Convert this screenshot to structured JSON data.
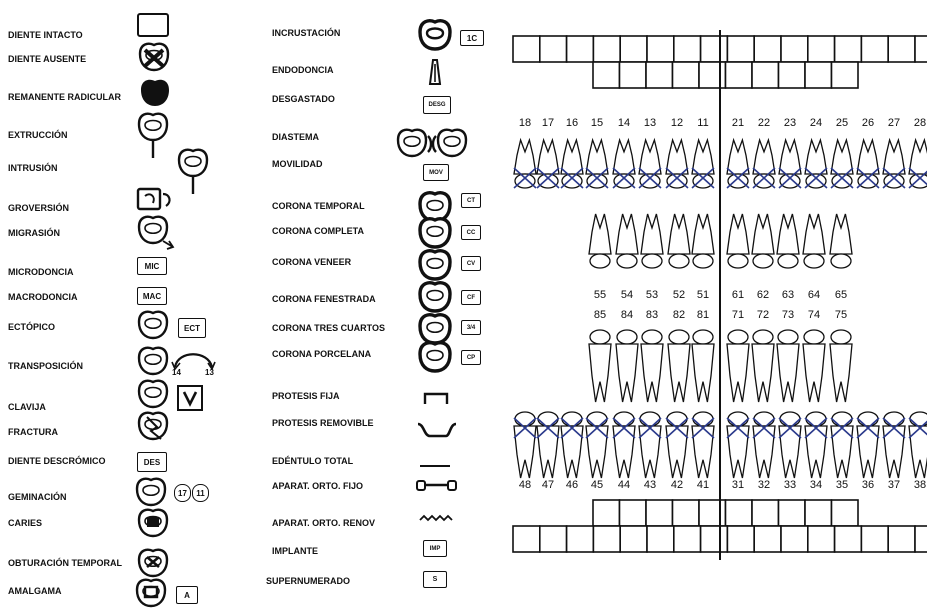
{
  "legend_left": [
    {
      "label": "DIENTE INTACTO",
      "symbol": "blank-box"
    },
    {
      "label": "DIENTE AUSENTE",
      "symbol": "tooth-crossed"
    },
    {
      "label": "REMANENTE RADICULAR",
      "symbol": "tooth-filled"
    },
    {
      "label": "EXTRUCCIÓN",
      "symbol": "tooth-extrusion"
    },
    {
      "label": "INTRUSIÓN",
      "symbol": "tooth-intrusion"
    },
    {
      "label": "GROVERSIÓN",
      "symbol": "tooth-rotation"
    },
    {
      "label": "MIGRASIÓN",
      "symbol": "tooth-migration"
    },
    {
      "label": "MICRODONCIA",
      "symbol": "MIC"
    },
    {
      "label": "MACRODONCIA",
      "symbol": "MAC"
    },
    {
      "label": "ECTÓPICO",
      "symbol": "ECT"
    },
    {
      "label": "TRANSPOSICIÓN",
      "symbol": "tooth-transposition"
    },
    {
      "label": "CLAVIJA",
      "symbol": "tooth-peg"
    },
    {
      "label": "FRACTURA",
      "symbol": "tooth-fracture"
    },
    {
      "label": "DIENTE DESCRÓMICO",
      "symbol": "DES"
    },
    {
      "label": "GEMINACIÓN",
      "symbol": "tooth-gemination"
    },
    {
      "label": "CARIES",
      "symbol": "tooth-caries"
    },
    {
      "label": "OBTURACIÓN TEMPORAL",
      "symbol": "tooth-temporary"
    },
    {
      "label": "AMALGAMA",
      "symbol": "tooth-amalgam"
    }
  ],
  "legend_mid": [
    {
      "label": "INCRUSTACIÓN",
      "symbol": "1C"
    },
    {
      "label": "ENDODONCIA",
      "symbol": "root-canal"
    },
    {
      "label": "DESGASTADO",
      "symbol": "DESG"
    },
    {
      "label": "DIASTEMA",
      "symbol": "diastema"
    },
    {
      "label": "MOVILIDAD",
      "symbol": "MOV"
    },
    {
      "label": "CORONA TEMPORAL",
      "symbol": "CT"
    },
    {
      "label": "CORONA COMPLETA",
      "symbol": "CC"
    },
    {
      "label": "CORONA VENEER",
      "symbol": "CV"
    },
    {
      "label": "CORONA FENESTRADA",
      "symbol": "CF"
    },
    {
      "label": "CORONA TRES CUARTOS",
      "symbol": "3/4"
    },
    {
      "label": "CORONA PORCELANA",
      "symbol": "CP"
    },
    {
      "label": "PROTESIS FIJA",
      "symbol": "fixed-prosthesis"
    },
    {
      "label": "PROTESIS REMOVIBLE",
      "symbol": "removable-prosthesis"
    },
    {
      "label": "EDÉNTULO TOTAL",
      "symbol": "edentulous-line"
    },
    {
      "label": "APARAT. ORTO. FIJO",
      "symbol": "fixed-ortho"
    },
    {
      "label": "APARAT. ORTO. RENOV",
      "symbol": "removable-ortho"
    },
    {
      "label": "IMPLANTE",
      "symbol": "IMP"
    },
    {
      "label": "SUPERNUMERADO",
      "symbol": "S"
    }
  ],
  "symbol_texts": {
    "mic": "MIC",
    "mac": "MAC",
    "ect": "ECT",
    "des": "DES",
    "amalgam": "A",
    "gem_a": "17",
    "gem_b": "11",
    "transp_a": "14",
    "transp_b": "13",
    "incr": "1C",
    "desg": "DESG",
    "mov": "MOV",
    "ct": "CT",
    "cc": "CC",
    "cv": "CV",
    "cf": "CF",
    "c34": "3/4",
    "cp": "CP",
    "imp": "IMP",
    "sup": "S"
  },
  "odontogram": {
    "upper_permanent": [
      "18",
      "17",
      "16",
      "15",
      "14",
      "13",
      "12",
      "11",
      "21",
      "22",
      "23",
      "24",
      "25",
      "26",
      "27",
      "28"
    ],
    "upper_primary": [
      "55",
      "54",
      "53",
      "52",
      "51",
      "61",
      "62",
      "63",
      "64",
      "65"
    ],
    "lower_primary": [
      "85",
      "84",
      "83",
      "82",
      "81",
      "71",
      "72",
      "73",
      "74",
      "75"
    ],
    "lower_permanent": [
      "48",
      "47",
      "46",
      "45",
      "44",
      "43",
      "42",
      "41",
      "31",
      "32",
      "33",
      "34",
      "35",
      "36",
      "37",
      "38"
    ],
    "marker_color": "#2b3a8c"
  }
}
